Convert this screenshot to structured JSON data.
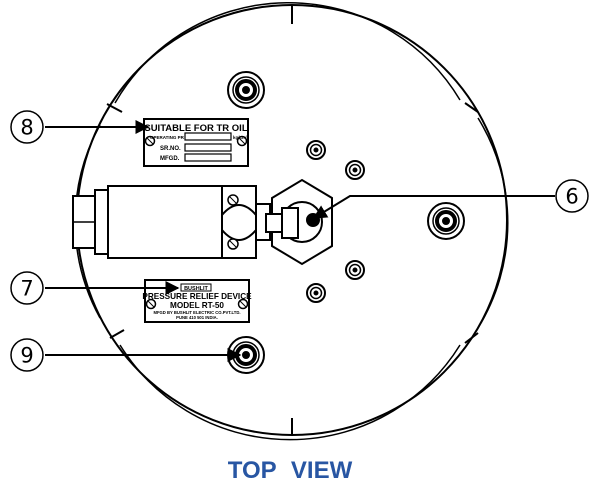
{
  "colors": {
    "line": "#000000",
    "title": "#2856a3",
    "background": "#ffffff"
  },
  "title": "TOP VIEW",
  "callouts": [
    {
      "number": "8",
      "target": "nameplate"
    },
    {
      "number": "6",
      "target": "valve"
    },
    {
      "number": "7",
      "target": "device-plate"
    },
    {
      "number": "9",
      "target": "lower-bolt"
    }
  ],
  "nameplate": {
    "heading": "SUITABLE FOR TR OIL",
    "operating_label": "OPERATING PR",
    "unit": "kg/cm²",
    "sr_label": "SR.NO.",
    "mfgd_label": "MFGD."
  },
  "device_plate": {
    "brand": "BUSHLIT",
    "line1": "PRESSURE RELIEF DEVICE",
    "line2": "MODEL RT-50",
    "footer1": "MFGD BY BUSHLIT ELECTRIC CO.PVT.LTD.",
    "footer2": "PUNE 410 501 INDIA."
  }
}
